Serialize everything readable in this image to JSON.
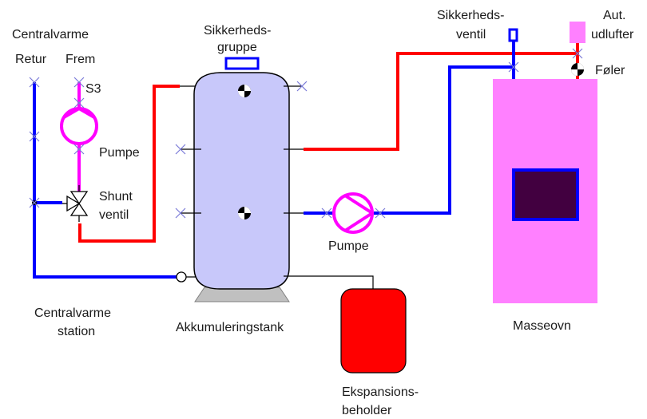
{
  "diagram": {
    "colors": {
      "supply_pipe": "#ff0000",
      "return_pipe": "#0000ff",
      "pump_loop": "#ff00ff",
      "tank_fill": "#c8c8fa",
      "tank_base": "#c0c0c0",
      "expansion_fill": "#ff0000",
      "stove_fill": "#ff80ff",
      "stove_window": "#420040",
      "vent_fill": "#ff80ff"
    },
    "labels": {
      "centralvarme_title": "Centralvarme",
      "retur": "Retur",
      "frem": "Frem",
      "s3": "S3",
      "pump_left": "Pumpe",
      "shunt_1": "Shunt",
      "shunt_2": "ventil",
      "station_1": "Centralvarme",
      "station_2": "station",
      "safety_group_1": "Sikkerheds-",
      "safety_group_2": "gruppe",
      "tank": "Akkumuleringstank",
      "pump_right": "Pumpe",
      "expansion_1": "Ekspansions-",
      "expansion_2": "beholder",
      "safety_valve_1": "Sikkerheds-",
      "safety_valve_2": "ventil",
      "vent_1": "Aut.",
      "vent_2": "udlufter",
      "sensor": "Føler",
      "stove": "Masseovn"
    }
  }
}
